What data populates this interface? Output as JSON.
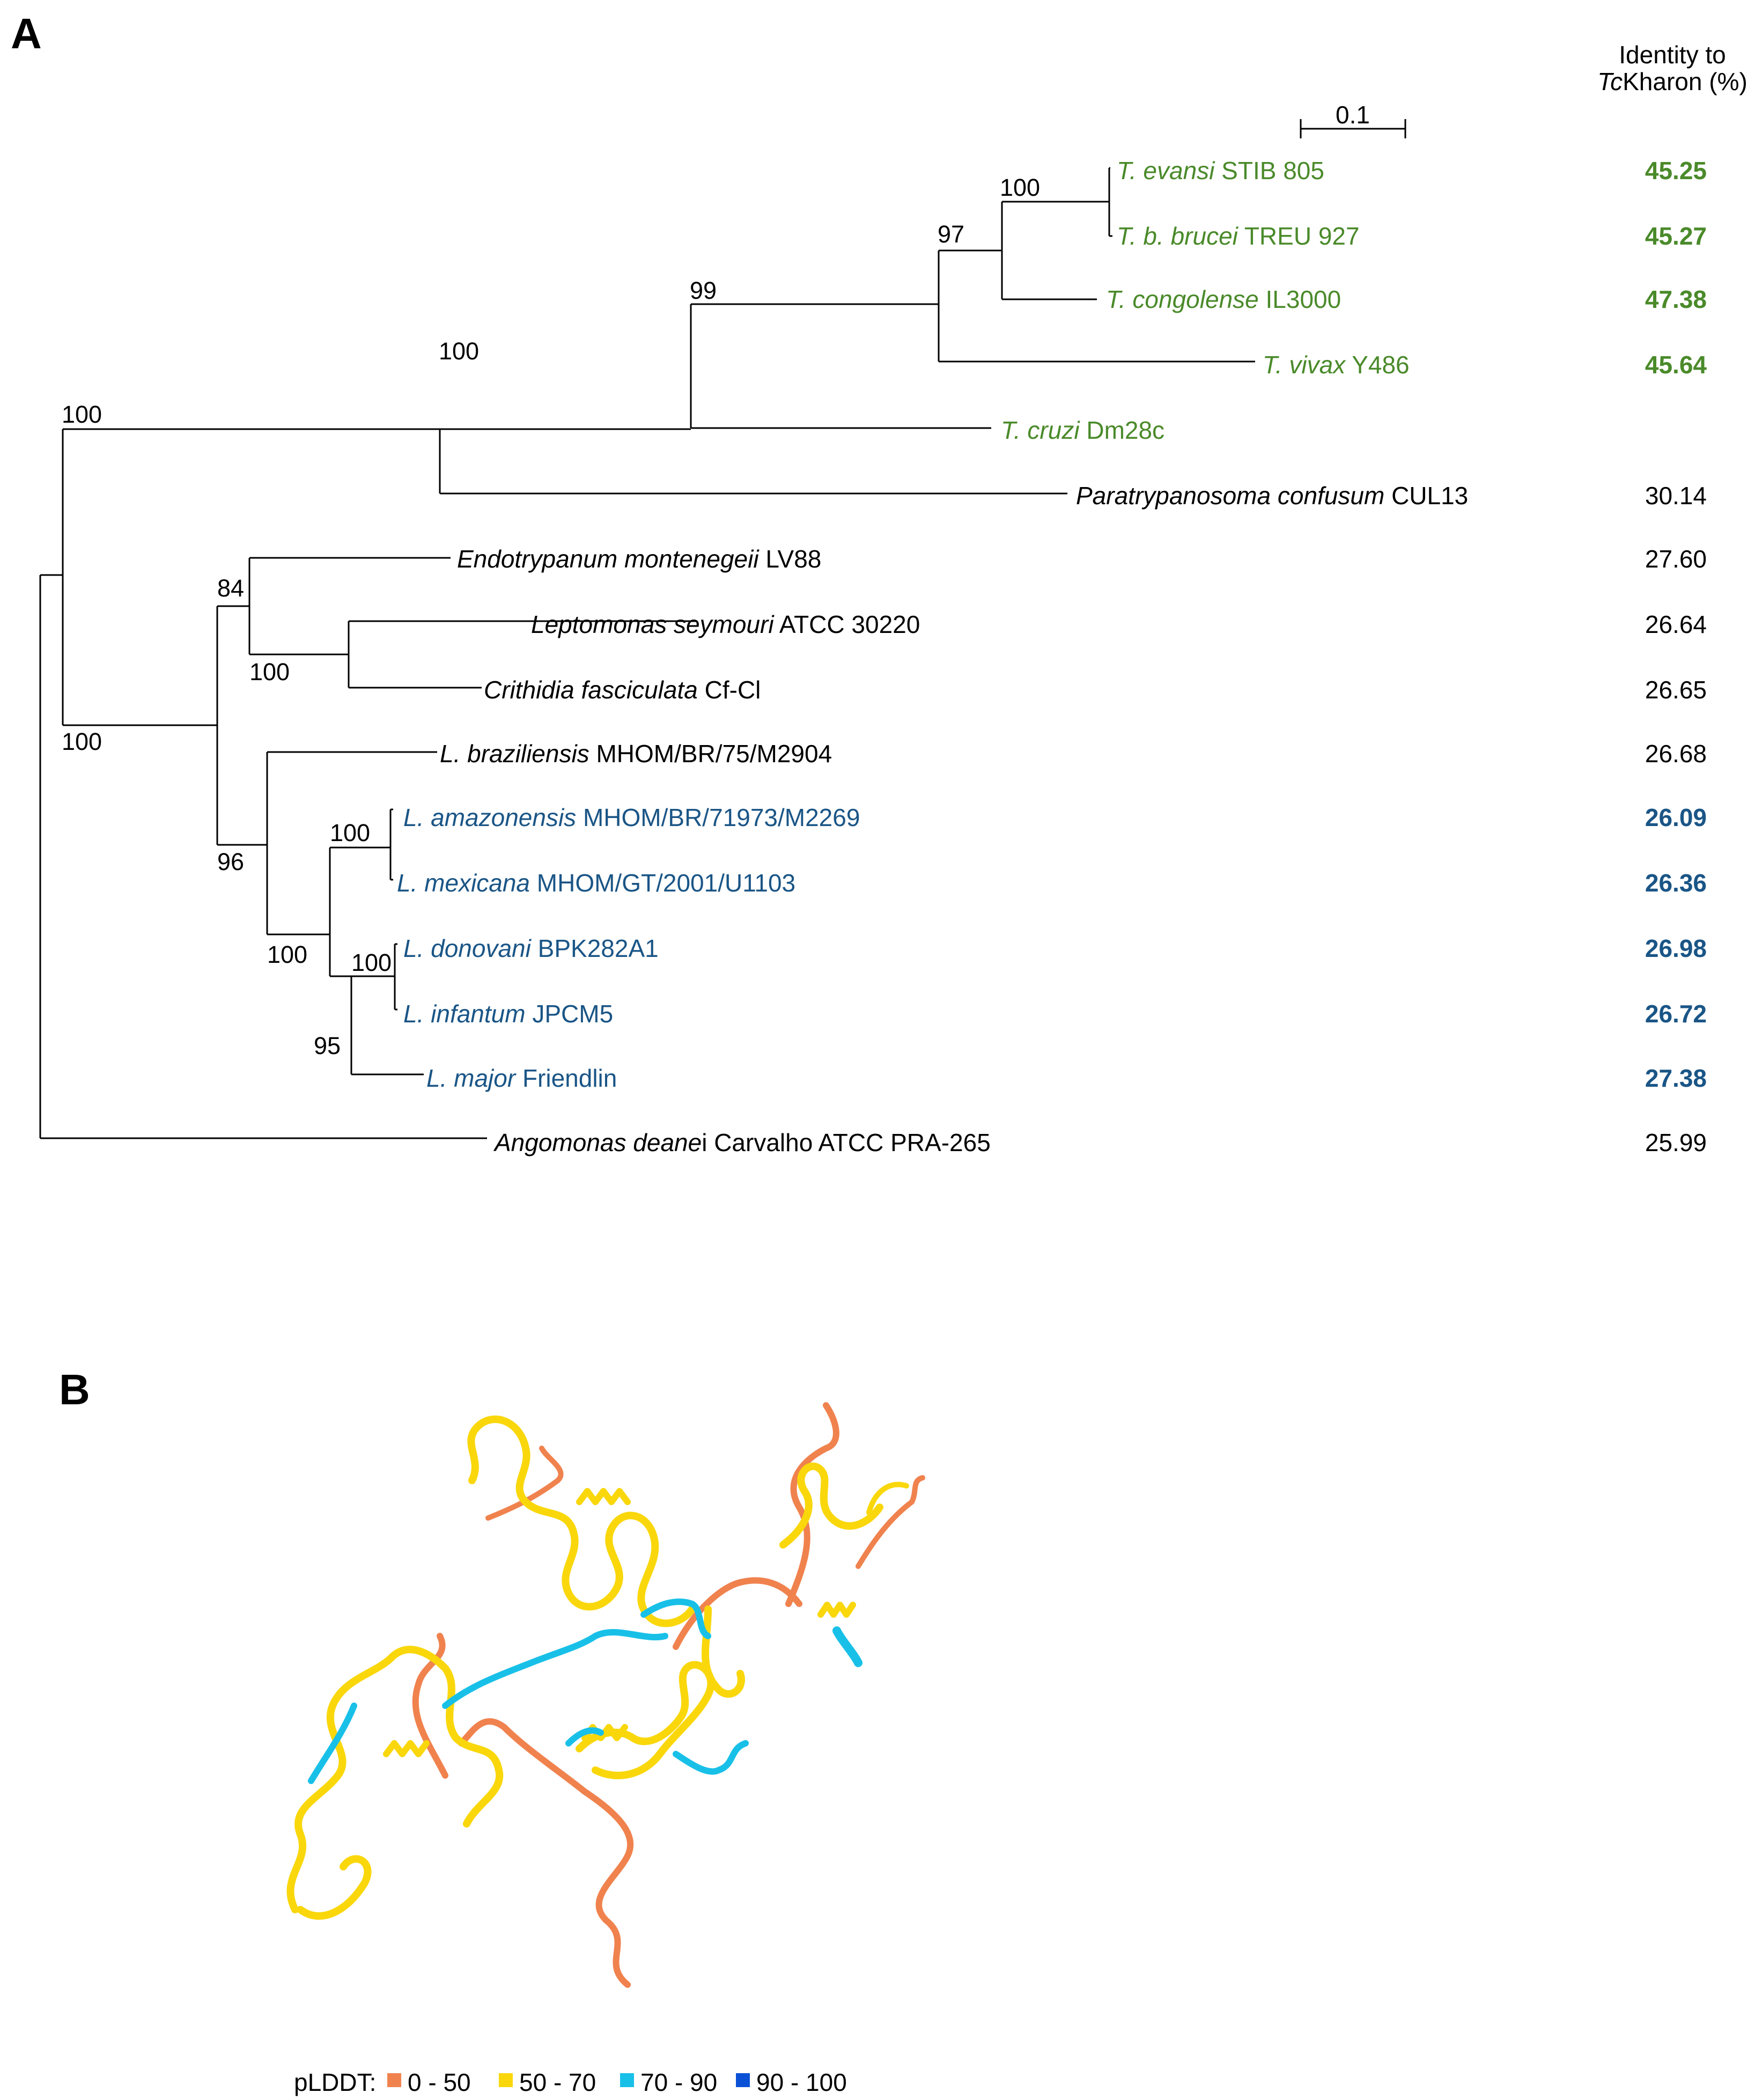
{
  "panel_a": {
    "label": "A",
    "header_line1": "Identity to",
    "header_line2_italic": "Tc",
    "header_line2_rest": "Kharon (%)",
    "scale_label": "0.1",
    "colors": {
      "trypanosoma": "#4a8a2a",
      "leishmania": "#1a5586",
      "other": "#000000"
    },
    "taxa": [
      {
        "italic": "T. evansi",
        "rest": " STIB 805",
        "identity": "45.25",
        "group": "trypanosoma"
      },
      {
        "italic": "T. b. brucei",
        "rest": " TREU 927",
        "identity": "45.27",
        "group": "trypanosoma"
      },
      {
        "italic": "T. congolense",
        "rest": " IL3000",
        "identity": "47.38",
        "group": "trypanosoma"
      },
      {
        "italic": "T. vivax",
        "rest": " Y486",
        "identity": "45.64",
        "group": "trypanosoma"
      },
      {
        "italic": "T. cruzi",
        "rest": " Dm28c",
        "identity": "",
        "group": "trypanosoma"
      },
      {
        "italic": "Paratrypanosoma confusum",
        "rest": " CUL13",
        "identity": "30.14",
        "group": "other"
      },
      {
        "italic": "Endotrypanum montenegeii",
        "rest": " LV88",
        "identity": "27.60",
        "group": "other"
      },
      {
        "italic": "Leptomonas seymouri",
        "rest": " ATCC 30220",
        "identity": "26.64",
        "group": "other"
      },
      {
        "italic": "Crithidia fasciculata",
        "rest": " Cf-Cl",
        "identity": "26.65",
        "group": "other"
      },
      {
        "italic": "L. braziliensis",
        "rest": " MHOM/BR/75/M2904",
        "identity": "26.68",
        "group": "other"
      },
      {
        "italic": "L. amazonensis",
        "rest": " MHOM/BR/71973/M2269",
        "identity": "26.09",
        "group": "leishmania"
      },
      {
        "italic": "L. mexicana",
        "rest": " MHOM/GT/2001/U1103",
        "identity": "26.36",
        "group": "leishmania"
      },
      {
        "italic": "L. donovani",
        "rest": " BPK282A1",
        "identity": "26.98",
        "group": "leishmania"
      },
      {
        "italic": "L. infantum",
        "rest": " JPCM5",
        "identity": "26.72",
        "group": "leishmania"
      },
      {
        "italic": "L. major",
        "rest": " Friendlin",
        "identity": "27.38",
        "group": "leishmania"
      },
      {
        "italic": "Angomonas deane",
        "rest": "i Carvalho ATCC PRA-265",
        "identity": "25.99",
        "group": "other"
      }
    ],
    "bootstrap": [
      "100",
      "97",
      "99",
      "100",
      "100",
      "84",
      "100",
      "100",
      "96",
      "100",
      "100",
      "100",
      "95"
    ]
  },
  "panel_b": {
    "label": "B",
    "legend_title": "pLDDT:",
    "legend": [
      {
        "label": "0 - 50",
        "color": "#f0824e"
      },
      {
        "label": "50 - 70",
        "color": "#f9d70b"
      },
      {
        "label": "70 - 90",
        "color": "#18c0e8"
      },
      {
        "label": "90 - 100",
        "color": "#0a51d6"
      }
    ]
  }
}
